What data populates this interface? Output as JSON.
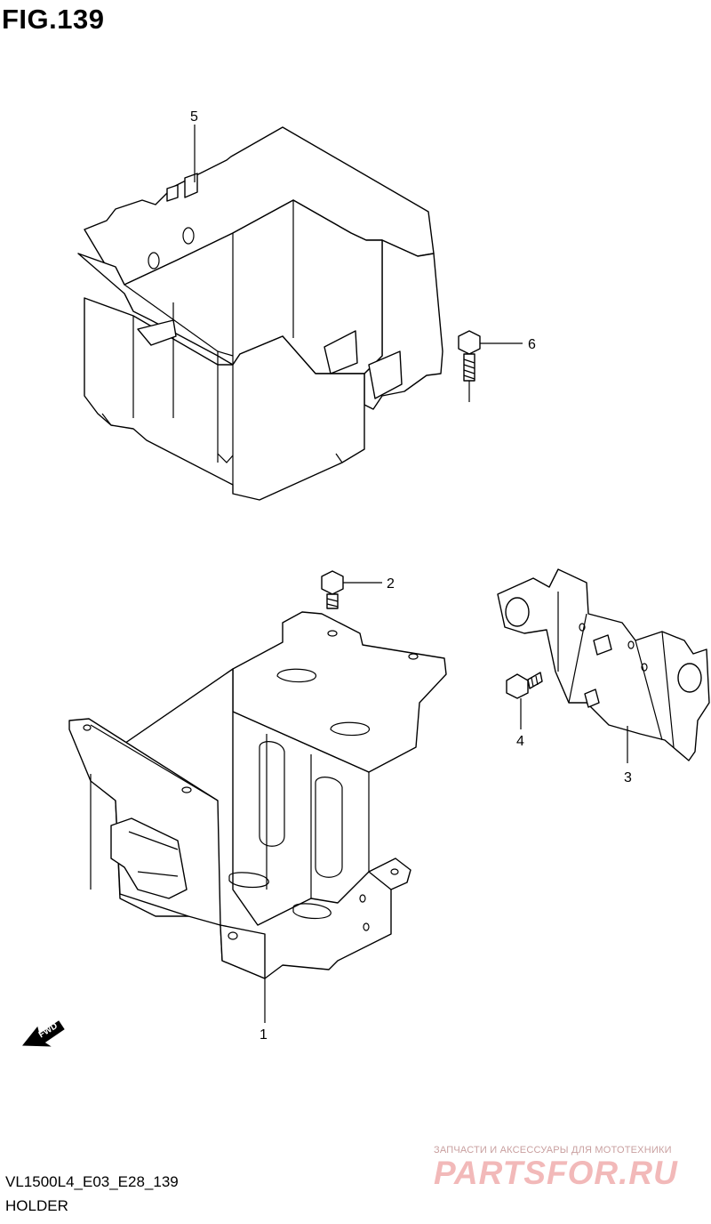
{
  "figure": {
    "title": "FIG.139"
  },
  "callouts": [
    {
      "id": "1",
      "label": "1"
    },
    {
      "id": "2",
      "label": "2"
    },
    {
      "id": "3",
      "label": "3"
    },
    {
      "id": "4",
      "label": "4"
    },
    {
      "id": "5",
      "label": "5"
    },
    {
      "id": "6",
      "label": "6"
    }
  ],
  "direction_arrow": {
    "label": "FWD"
  },
  "footer": {
    "model_code": "VL1500L4_E03_E28_139",
    "section_name": "HOLDER"
  },
  "watermark": {
    "tagline": "ЗАПЧАСТИ И АКСЕССУАРЫ ДЛЯ МОТОТЕХНИКИ",
    "brand": "PARTSFOR.RU"
  },
  "colors": {
    "line": "#000000",
    "background": "#ffffff",
    "watermark_brand": "#f2b9b9",
    "watermark_tagline": "#c9a0a0"
  }
}
